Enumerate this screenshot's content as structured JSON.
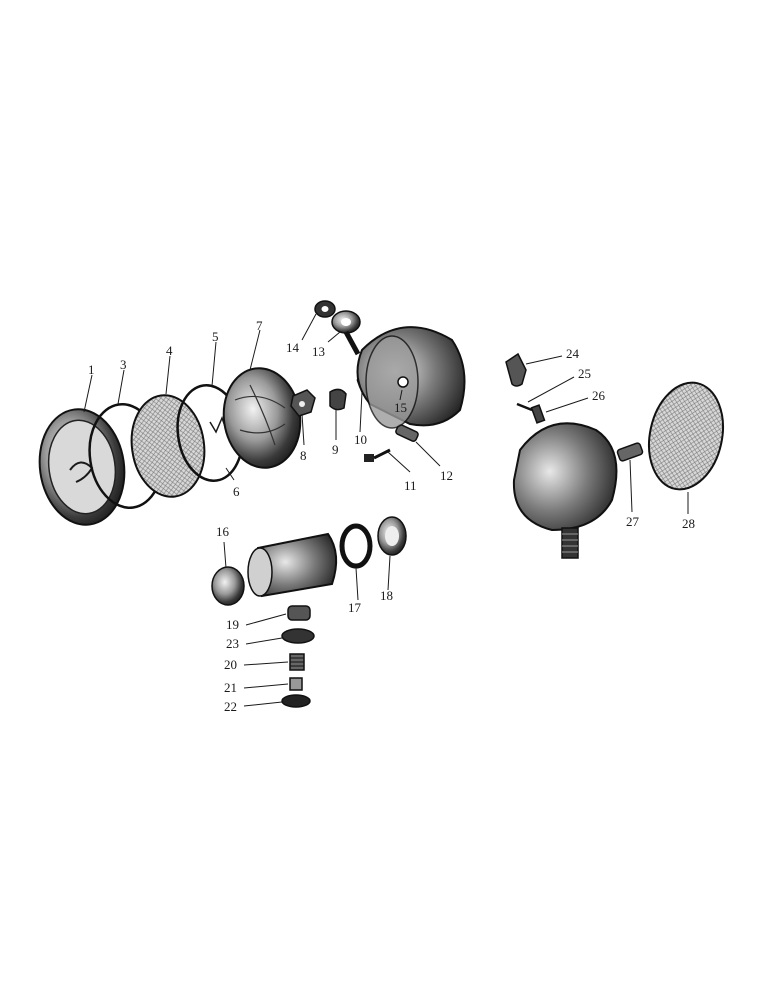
{
  "diagram": {
    "type": "exploded-parts-diagram",
    "colors": {
      "ink": "#1a1a1a",
      "paper": "#ffffff",
      "shade": "#6a6a6a"
    },
    "parts": [
      {
        "id": "1",
        "label": "1"
      },
      {
        "id": "3",
        "label": "3"
      },
      {
        "id": "4",
        "label": "4"
      },
      {
        "id": "5",
        "label": "5"
      },
      {
        "id": "6",
        "label": "6"
      },
      {
        "id": "7",
        "label": "7"
      },
      {
        "id": "8",
        "label": "8"
      },
      {
        "id": "9",
        "label": "9"
      },
      {
        "id": "10",
        "label": "10"
      },
      {
        "id": "11",
        "label": "11"
      },
      {
        "id": "12",
        "label": "12"
      },
      {
        "id": "13",
        "label": "13"
      },
      {
        "id": "14",
        "label": "14"
      },
      {
        "id": "15",
        "label": "15"
      },
      {
        "id": "16",
        "label": "16"
      },
      {
        "id": "17",
        "label": "17"
      },
      {
        "id": "18",
        "label": "18"
      },
      {
        "id": "19",
        "label": "19"
      },
      {
        "id": "20",
        "label": "20"
      },
      {
        "id": "21",
        "label": "21"
      },
      {
        "id": "22",
        "label": "22"
      },
      {
        "id": "23",
        "label": "23"
      },
      {
        "id": "24",
        "label": "24"
      },
      {
        "id": "25",
        "label": "25"
      },
      {
        "id": "26",
        "label": "26"
      },
      {
        "id": "27",
        "label": "27"
      },
      {
        "id": "28",
        "label": "28"
      }
    ]
  }
}
